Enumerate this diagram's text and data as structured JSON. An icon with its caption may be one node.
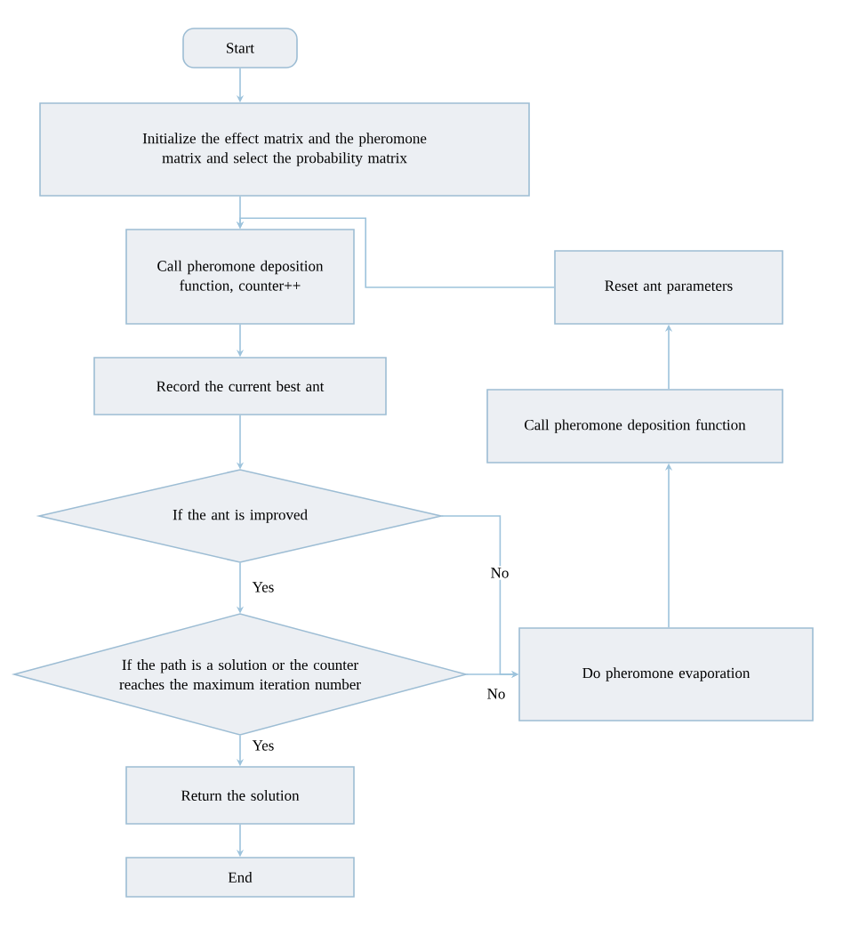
{
  "diagram": {
    "nodes": [
      {
        "text": [
          "Start"
        ]
      },
      {
        "text": [
          "Initialize the effect matrix and the pheromone matrix and select the probability matrix"
        ]
      },
      {
        "text": [
          "Call pheromone deposition function, counter++"
        ]
      },
      {
        "text": [
          "Record the current best ant"
        ]
      },
      {
        "text": [
          "If the ant is improved"
        ]
      },
      {
        "text": [
          "If the path is a solution or the counter reaches the maximum iteration number"
        ]
      },
      {
        "text": [
          "Return the solution"
        ]
      },
      {
        "text": [
          "End"
        ]
      },
      {
        "text": [
          "Reset ant parameters"
        ]
      },
      {
        "text": [
          "Call pheromone deposition function"
        ]
      },
      {
        "text": [
          "Do pheromone evaporation"
        ]
      }
    ],
    "edges": [
      {
        "from": 0,
        "to": 1,
        "arrow": "to"
      },
      {
        "from": 1,
        "to": 2,
        "arrow": "to"
      },
      {
        "from": 2,
        "to": 3,
        "arrow": "to"
      },
      {
        "from": 3,
        "to": 4,
        "arrow": "to"
      },
      {
        "from": 4,
        "to": 5,
        "arrow": "to",
        "label": "Yes"
      },
      {
        "from": 5,
        "to": 6,
        "arrow": "to",
        "label": "Yes"
      },
      {
        "from": 6,
        "to": 7,
        "arrow": "to"
      },
      {
        "from": 4,
        "to": 10,
        "arrow": "to",
        "label": "No"
      },
      {
        "from": 5,
        "to": 10,
        "arrow": "to",
        "label": "No"
      },
      {
        "from": 10,
        "to": 9,
        "arrow": "to"
      },
      {
        "from": 9,
        "to": 8,
        "arrow": "to"
      },
      {
        "from": 8,
        "to": 2,
        "arrow": "to"
      }
    ]
  }
}
